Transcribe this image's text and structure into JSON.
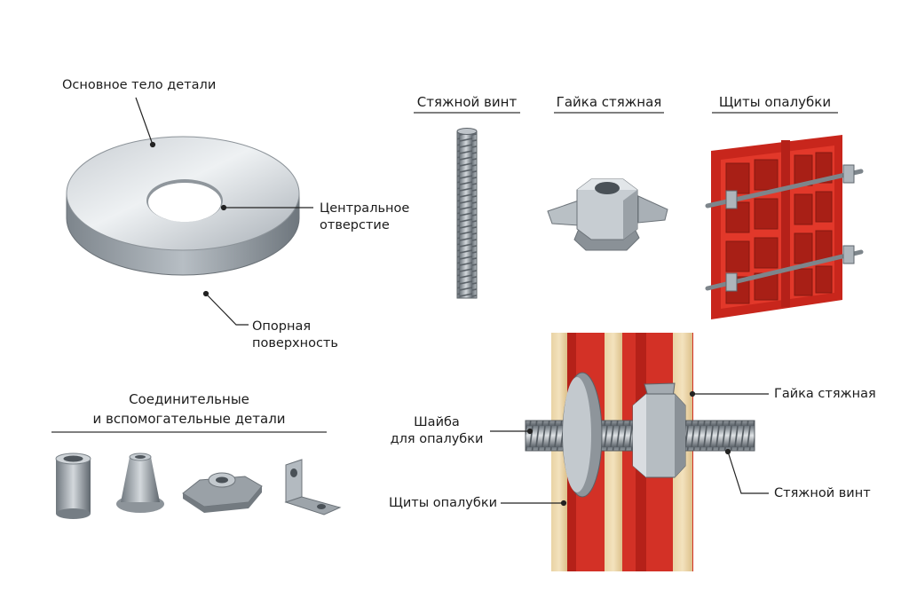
{
  "washer": {
    "body_label": "Основное тело детали",
    "hole_label": [
      "Центральное",
      "отверстие"
    ],
    "support_label": [
      "Опорная",
      "поверхность"
    ]
  },
  "top_row": {
    "screw_title": "Стяжной винт",
    "nut_title": "Гайка стяжная",
    "panels_title": "Щиты опалубки"
  },
  "auxiliary": {
    "title": [
      "Соединительные",
      "и вспомогательные детали"
    ]
  },
  "assembly": {
    "nut_label": "Гайка стяжная",
    "washer_label": [
      "Шайба",
      "для опалубки"
    ],
    "panels_label": "Щиты опалубки",
    "screw_label": "Стяжной винт"
  }
}
